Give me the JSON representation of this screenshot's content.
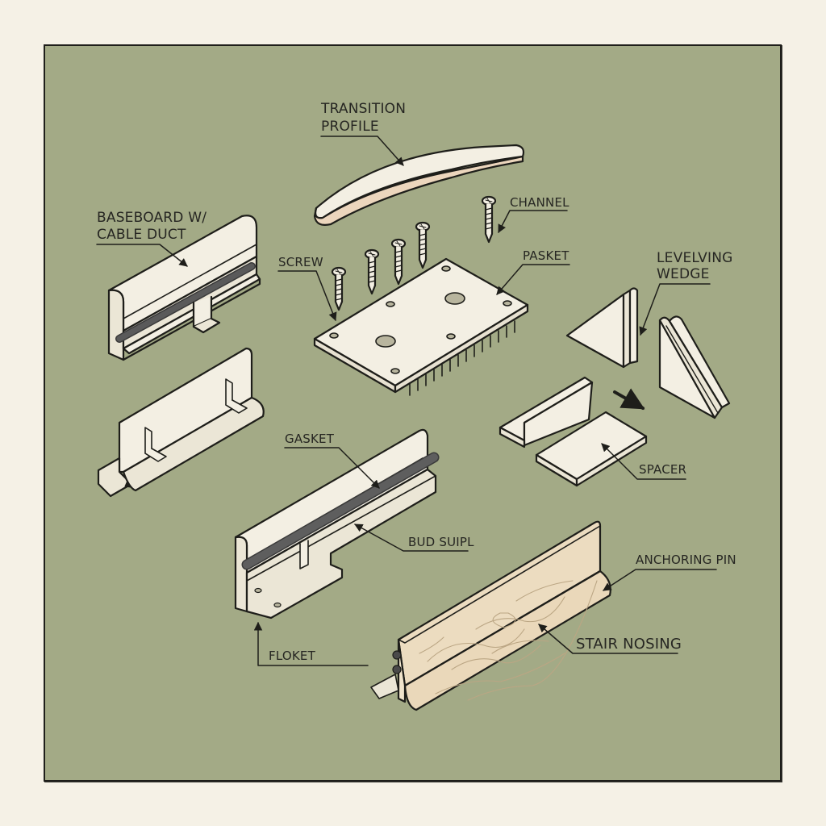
{
  "diagram": {
    "type": "exploded isometric parts diagram",
    "background_color": "#a3aa86",
    "page_color": "#f5f1e6",
    "part_color": "#f3efe3",
    "wood_color": "#ecdcc0",
    "gasket_color": "#5a5a5a",
    "line_color": "#1e1e1a"
  },
  "labels": {
    "transition_profile": {
      "line1": "TRANSITION",
      "line2": "PROFILE"
    },
    "channel": "CHANNEL",
    "baseboard": {
      "line1": "BASEBOARD W/",
      "line2": "CABLE DUCT"
    },
    "screw": "SCREW",
    "pasket": "PASKET",
    "leveling_wedge": {
      "line1": "LEVELVING",
      "line2": "WEDGE"
    },
    "spacer": "SPACER",
    "gasket": "GASKET",
    "bud_suipl": "BUD SUIPL",
    "anchoring_pin": "ANCHORING PIN",
    "stair_nosing": "STAIR NOSING",
    "floket": "FLOKET"
  }
}
